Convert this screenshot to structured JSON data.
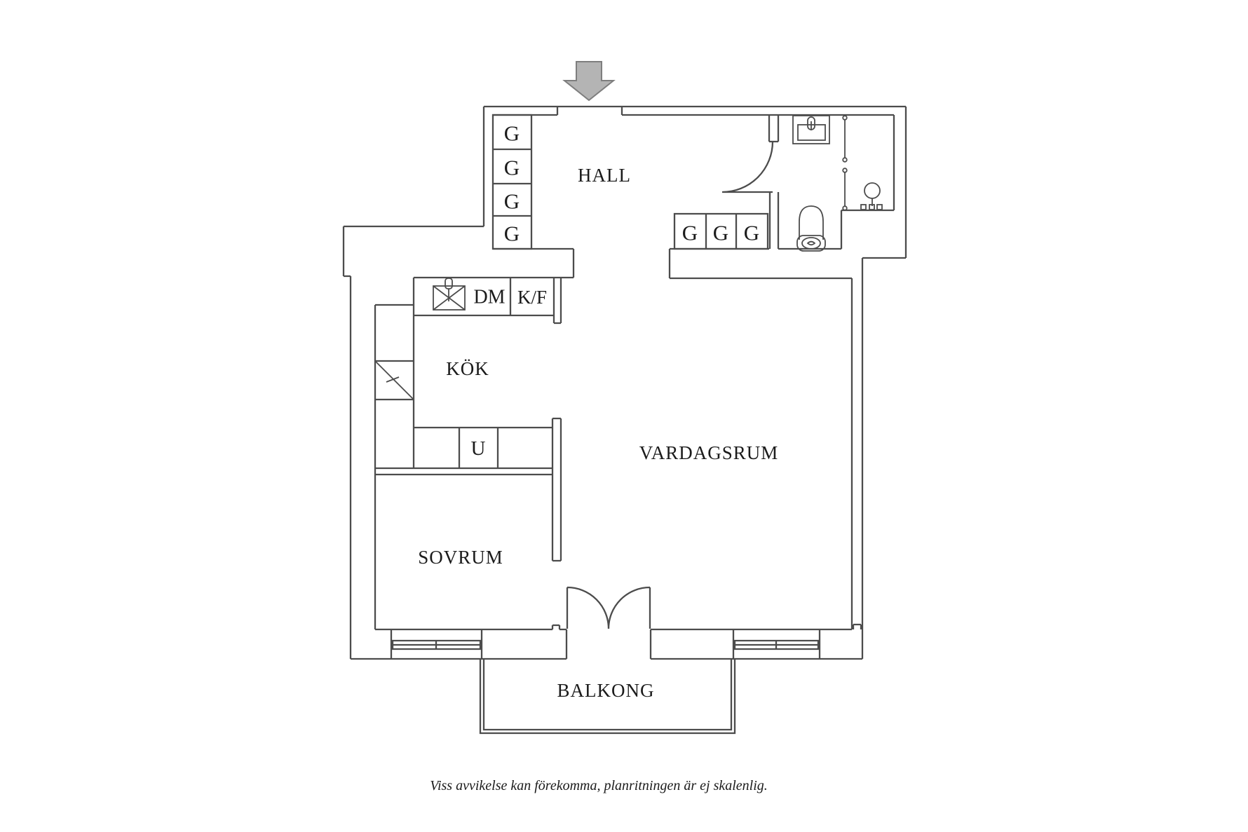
{
  "page": {
    "caption": "Viss avvikelse kan förekomma, planritningen är ej skalenlig."
  },
  "plan": {
    "rooms": {
      "hall": "HALL",
      "kitchen": "KÖK",
      "living_room": "VARDAGSRUM",
      "bedroom": "SOVRUM",
      "balcony": "BALKONG"
    },
    "labels": {
      "wardrobe": "G",
      "dishwasher": "DM",
      "fridge_freezer": "K/F",
      "oven": "U"
    },
    "colors": {
      "wall_line": "#4c4c4c",
      "label_text": "#1b1b1b",
      "arrow_fill": "#b4b4b4",
      "arrow_stroke": "#7e7e7e",
      "background": "#ffffff"
    }
  }
}
